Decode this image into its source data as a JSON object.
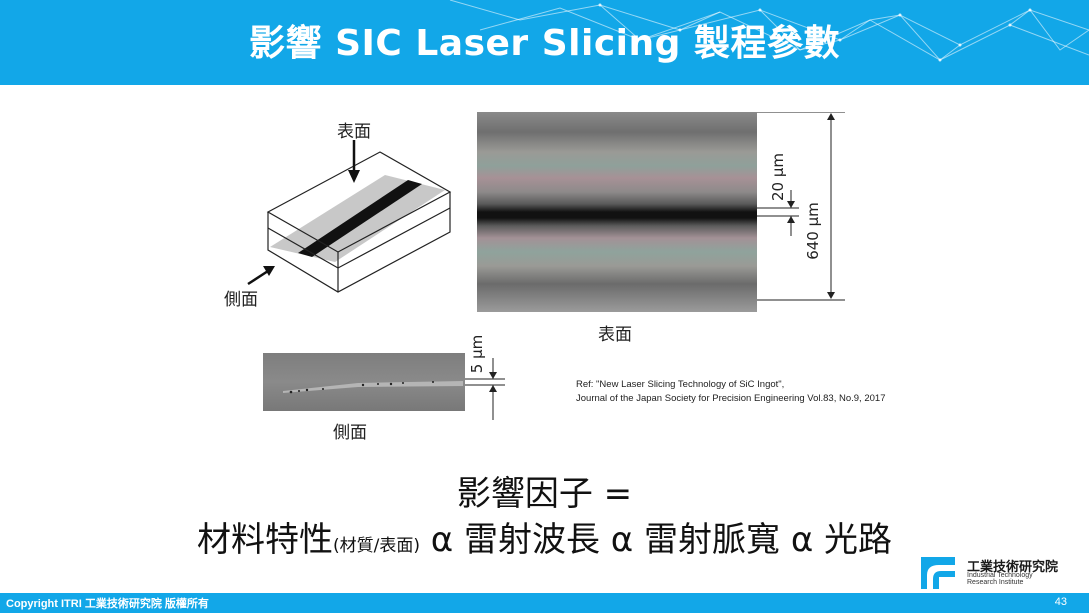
{
  "header": {
    "title": "影響 SIC Laser Slicing 製程參數"
  },
  "figure": {
    "label_top_surface": "表面",
    "label_side": "側面",
    "label_surface_photo": "表面",
    "dim_20": "20 μm",
    "dim_640": "640 μm",
    "label_side_photo": "側面",
    "dim_5": "5 μm"
  },
  "reference": {
    "line1": "Ref: \"New Laser Slicing Technology of SiC Ingot\",",
    "line2": "Journal of the Japan Society for Precision Engineering Vol.83, No.9, 2017"
  },
  "formula": {
    "line1": "影響因子 =",
    "line2_a": "材料特性",
    "line2_small": "(材質/表面)",
    "line2_b": " α 雷射波長 α 雷射脈寬 α  光路"
  },
  "logo": {
    "name": "工業技術研究院",
    "en_line1": "Industrial Technology",
    "en_line2": "Research Institute"
  },
  "footer": {
    "copyright": "Copyright ITRI 工業技術研究院 版權所有",
    "page": "43"
  },
  "colors": {
    "brand": "#12a7e8"
  }
}
